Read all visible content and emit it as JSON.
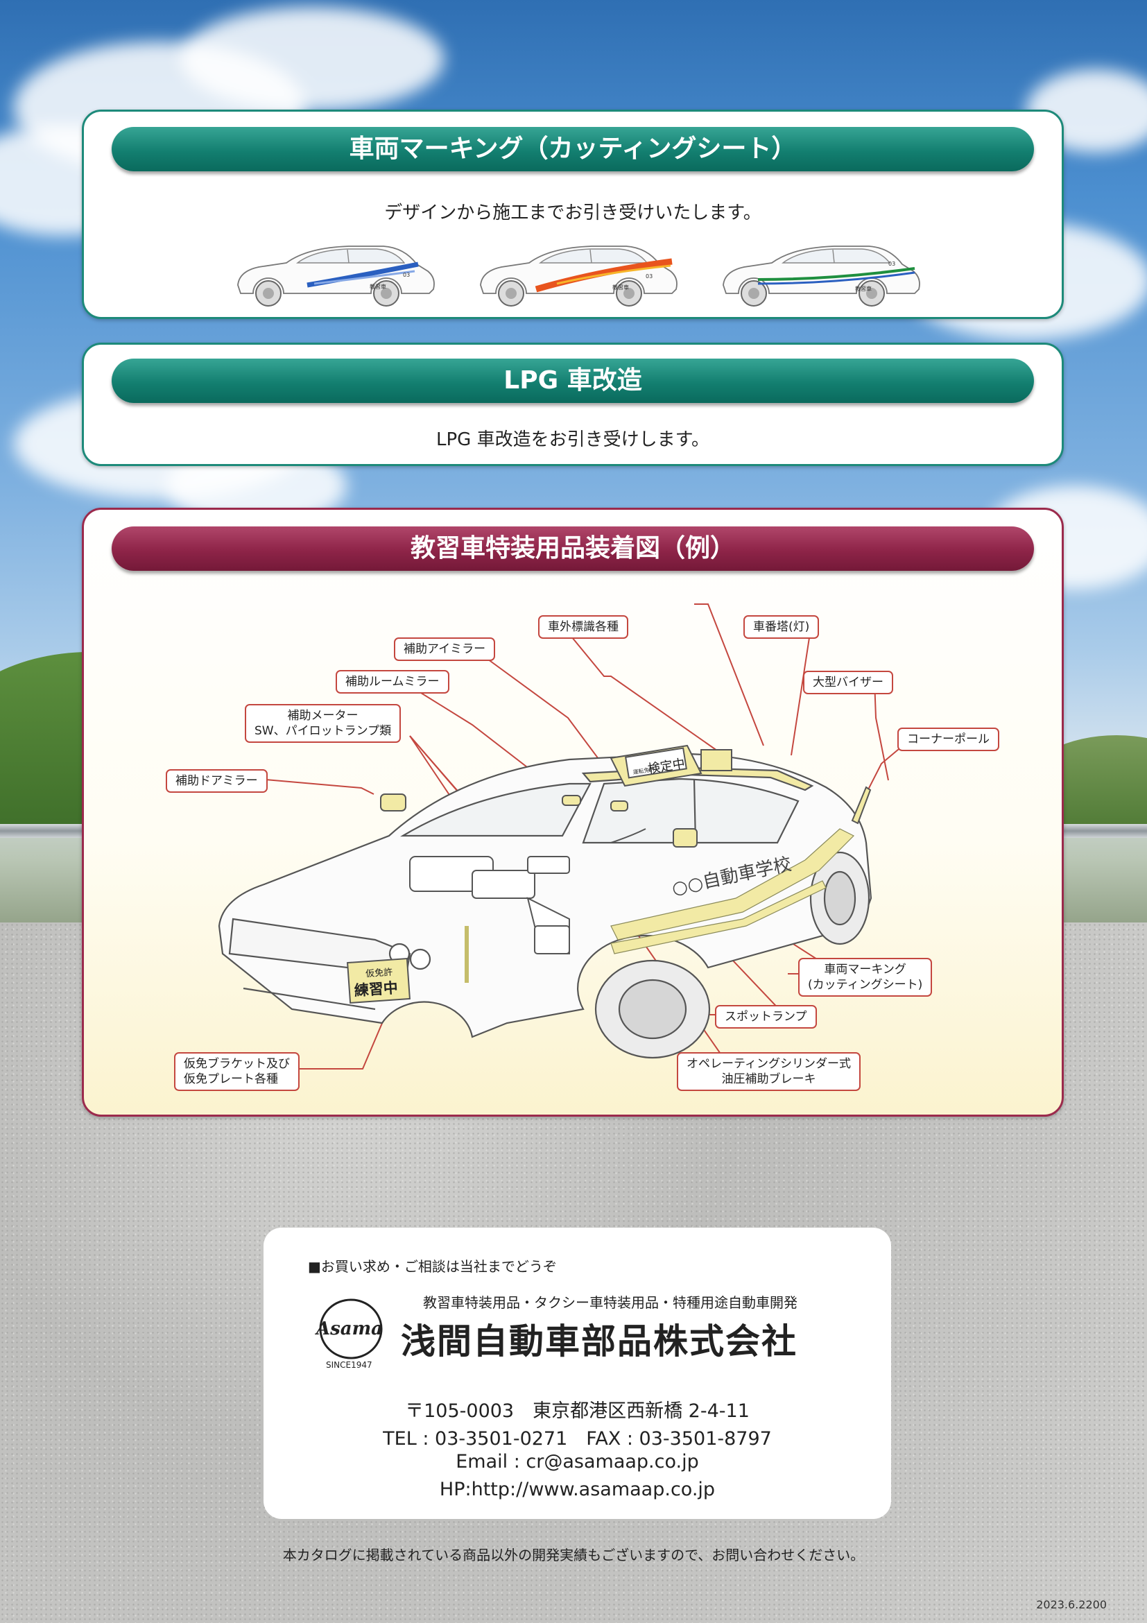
{
  "panel_marking": {
    "title": "車両マーキング（カッティングシート）",
    "description": "デザインから施工までお引き受けいたします。",
    "car_door_text": "教習車",
    "car_number": "03"
  },
  "panel_lpg": {
    "title": "LPG 車改造",
    "description": "LPG 車改造をお引き受けします。"
  },
  "panel_diagram": {
    "title": "教習車特装用品装着図（例）",
    "labels": {
      "outer_signs": "車外標識各種",
      "roof_light": "車番塔(灯)",
      "eye_mirror": "補助アイミラー",
      "room_mirror": "補助ルームミラー",
      "large_visor": "大型バイザー",
      "meter_line1": "補助メーター",
      "meter_line2": "SW、パイロットランプ類",
      "corner_pole": "コーナーポール",
      "door_mirror": "補助ドアミラー",
      "marking_line1": "車両マーキング",
      "marking_line2": "(カッティングシート)",
      "spot_lamp": "スポットランプ",
      "brake_line1": "オペレーティングシリンダー式",
      "brake_line2": "油圧補助ブレーキ",
      "plate_line1": "仮免ブラケット及び",
      "plate_line2": "仮免プレート各種"
    },
    "car_roof_sign_small": "運転免許",
    "car_roof_sign": "検定中",
    "car_side_text": "○○自動車学校",
    "plate_small": "仮免許",
    "plate_big": "練習中"
  },
  "contact": {
    "intro": "■お買い求め・ご相談は当社までどうぞ",
    "business": "教習車特装用品・タクシー車特装用品・特種用途自動車開発",
    "logo_text": "Asama",
    "logo_since": "SINCE1947",
    "company": "浅間自動車部品株式会社",
    "address": "〒105-0003　東京都港区西新橋 2-4-11",
    "phone": "TEL : 03-3501-0271　FAX : 03-3501-8797",
    "email": "Email : cr@asamaap.co.jp",
    "web": "HP:http://www.asamaap.co.jp"
  },
  "footer": {
    "note": "本カタログに掲載されている商品以外の開発実績もございますので、お問い合わせください。",
    "code": "2023.6.2200"
  },
  "colors": {
    "green": "#137f70",
    "maroon": "#8e2448",
    "callout_red": "#c4473f",
    "marking_blue": "#2a5fc0",
    "marking_orange": "#e8541e",
    "marking_green": "#1f8f3f",
    "car_yellow": "#f2eaa5"
  }
}
